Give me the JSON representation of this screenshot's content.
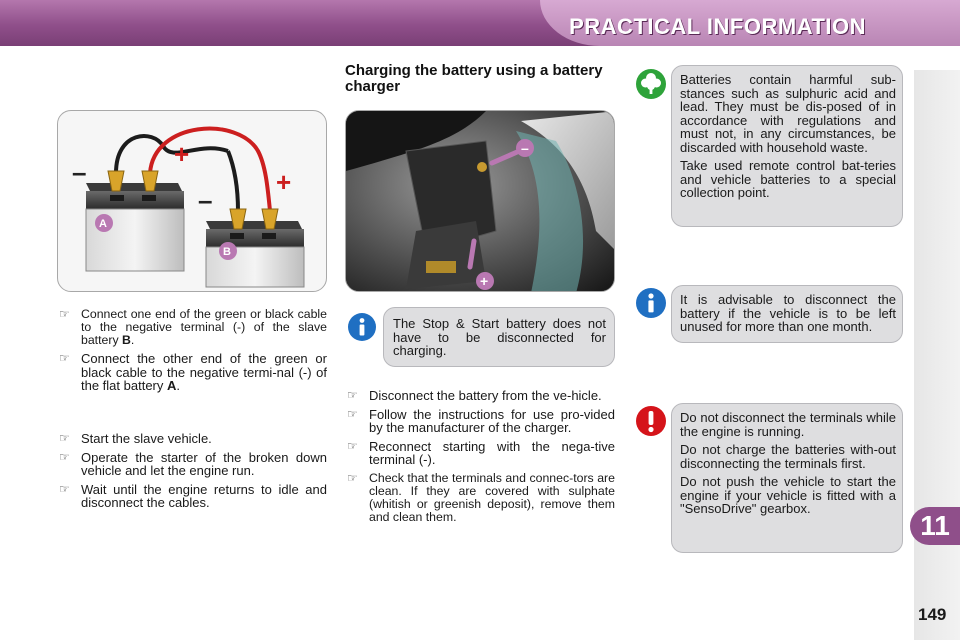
{
  "header": {
    "title": "PRACTICAL INFORMATION"
  },
  "chapter": {
    "number": "11"
  },
  "page": {
    "number": "149"
  },
  "section": {
    "heading": "Charging the battery using a battery charger"
  },
  "figure_jump": {
    "labels": {
      "minus_left": "–",
      "plus_top": "+",
      "minus_mid": "–",
      "plus_right": "+",
      "battery_a": "A",
      "battery_b": "B"
    }
  },
  "figure_charger": {
    "labels": {
      "minus": "–",
      "plus": "+"
    }
  },
  "left_list_1": [
    {
      "text": "Connect one end of the green or black cable to the negative terminal (-) of the slave battery ",
      "bold": "B",
      "tail": "."
    },
    {
      "text": "Connect the other end of the green or black cable to the negative termi-nal (-) of the flat battery ",
      "bold": "A",
      "tail": "."
    }
  ],
  "left_list_2": [
    {
      "text": "Start the slave vehicle."
    },
    {
      "text": "Operate the starter of the broken down vehicle and let the engine run."
    },
    {
      "text": "Wait until the engine returns to idle and disconnect the cables."
    }
  ],
  "middle_note": {
    "text": "The Stop & Start battery does not have to be disconnected for charging."
  },
  "middle_list": [
    {
      "text": "Disconnect the battery from the ve-hicle."
    },
    {
      "text": "Follow the instructions for use pro-vided by the manufacturer of the charger."
    },
    {
      "text": "Reconnect starting with the nega-tive terminal (-)."
    },
    {
      "text": "Check that the terminals and connec-tors are clean. If they are covered with sulphate (whitish or greenish deposit), remove them and clean them."
    }
  ],
  "eco_note": {
    "paragraphs": [
      "Batteries contain harmful sub-stances such as sulphuric acid and lead. They must be dis-posed of in accordance with regulations and must not, in any circumstances, be discarded with household waste.",
      "Take used remote control bat-teries and vehicle batteries to a special collection point."
    ]
  },
  "info_note": {
    "text": "It is advisable to disconnect the battery if the vehicle is to be left unused for more than one month."
  },
  "warning_note": {
    "paragraphs": [
      "Do not disconnect the terminals while the engine is running.",
      "Do not charge the batteries with-out disconnecting the terminals first.",
      "Do not push the vehicle to start the engine if your vehicle is fitted with a \"SensoDrive\" gearbox."
    ]
  },
  "icons": {
    "bullet": "pointing-hand-icon",
    "info": "info-icon",
    "eco": "eco-leaf-icon",
    "warning": "warning-icon"
  },
  "colors": {
    "brand_purple": "#8f4f8a",
    "info_blue": "#1f6fc2",
    "eco_green": "#2ea33a",
    "warning_red": "#d5141a",
    "note_grey": "#dedee0"
  },
  "bullet_glyph": "☞"
}
